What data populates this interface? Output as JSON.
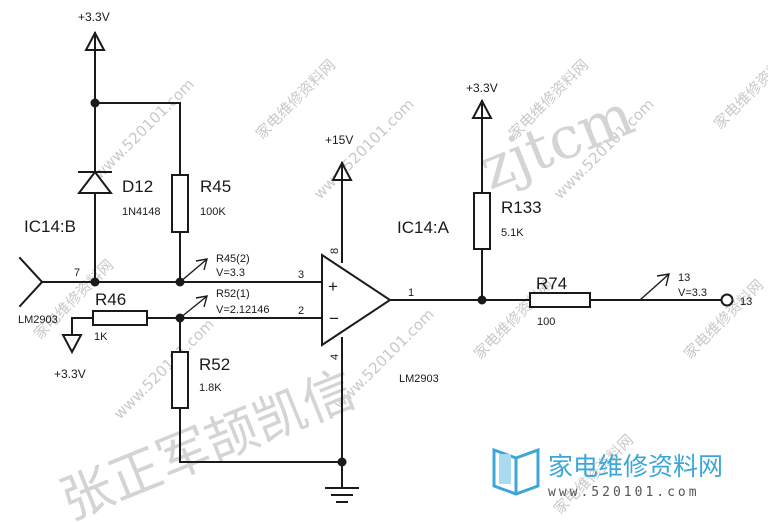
{
  "watermark": {
    "repeat_text": "家电维修资料网",
    "repeat_url": "www.520101.com",
    "big_text": "zjtcm",
    "big_cn": "张正军颉凯信"
  },
  "logo": {
    "cn_text": "家电维修资料网",
    "url": "www.520101.com",
    "icon_color": "#3aa7d8"
  },
  "schematic": {
    "supply_left": "+3.3V",
    "supply_opamp": "+15V",
    "supply_right": "+3.3V",
    "supply_bottom": "+3.3V",
    "ic14b": "IC14:B",
    "ic14a": "IC14:A",
    "lm2903_left": "LM2903",
    "lm2903_bottom": "LM2903",
    "d12": {
      "ref": "D12",
      "value": "1N4148"
    },
    "r45": {
      "ref": "R45",
      "value": "100K"
    },
    "r46": {
      "ref": "R46",
      "value": "1K"
    },
    "r52": {
      "ref": "R52",
      "value": "1.8K"
    },
    "r133": {
      "ref": "R133",
      "value": "5.1K"
    },
    "r74": {
      "ref": "R74",
      "value": "100"
    },
    "pin7": "7",
    "pin3": "3",
    "pin2": "2",
    "pin1": "1",
    "pin8": "8",
    "pin4": "4",
    "plus_sign": "+",
    "minus_sign": "−",
    "probe_r45_name": "R45(2)",
    "probe_r45_value": "V=3.3",
    "probe_r52_name": "R52(1)",
    "probe_r52_value": "V=2.12146",
    "probe_13_name": "13",
    "probe_13_value": "V=3.3",
    "terminal_13": "13"
  }
}
